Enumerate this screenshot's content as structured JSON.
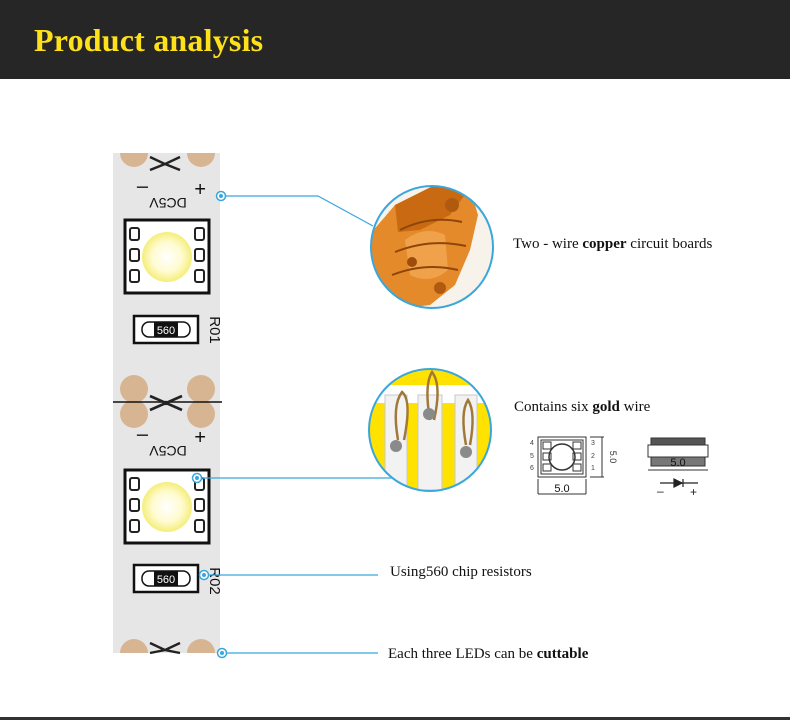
{
  "header": {
    "title": "Product analysis"
  },
  "strip": {
    "segments": [
      {
        "voltage_label": "DC5V",
        "minus": "–",
        "plus": "+",
        "resistor_value": "560",
        "resistor_id": "R01"
      },
      {
        "voltage_label": "DC5V",
        "minus": "–",
        "plus": "+",
        "resistor_value": "560",
        "resistor_id": "R02"
      }
    ]
  },
  "callouts": {
    "copper": {
      "prefix": "Two - wire ",
      "bold": "copper",
      "suffix": " circuit boards"
    },
    "gold": {
      "prefix": "Contains six ",
      "bold": "gold",
      "suffix": " wire"
    },
    "resistor": {
      "text": "Using560 chip resistors"
    },
    "cuttable": {
      "prefix": "Each three LEDs can be ",
      "bold": "cuttable"
    }
  },
  "led_drawing": {
    "front_dim": "5.0",
    "side_dim": "5.0",
    "height_dim": "5.0",
    "pin_numbers": [
      "4",
      "5",
      "6",
      "3",
      "2",
      "1"
    ],
    "polarity_minus": "–",
    "polarity_plus": "+"
  },
  "colors": {
    "header_bg": "#262626",
    "title": "#ffe11a",
    "strip": "#e5e5e5",
    "pad": "#d7b48f",
    "copper": "#e07a1e",
    "gold_bg": "#ffe200",
    "callout_line": "#3aa7dc"
  }
}
